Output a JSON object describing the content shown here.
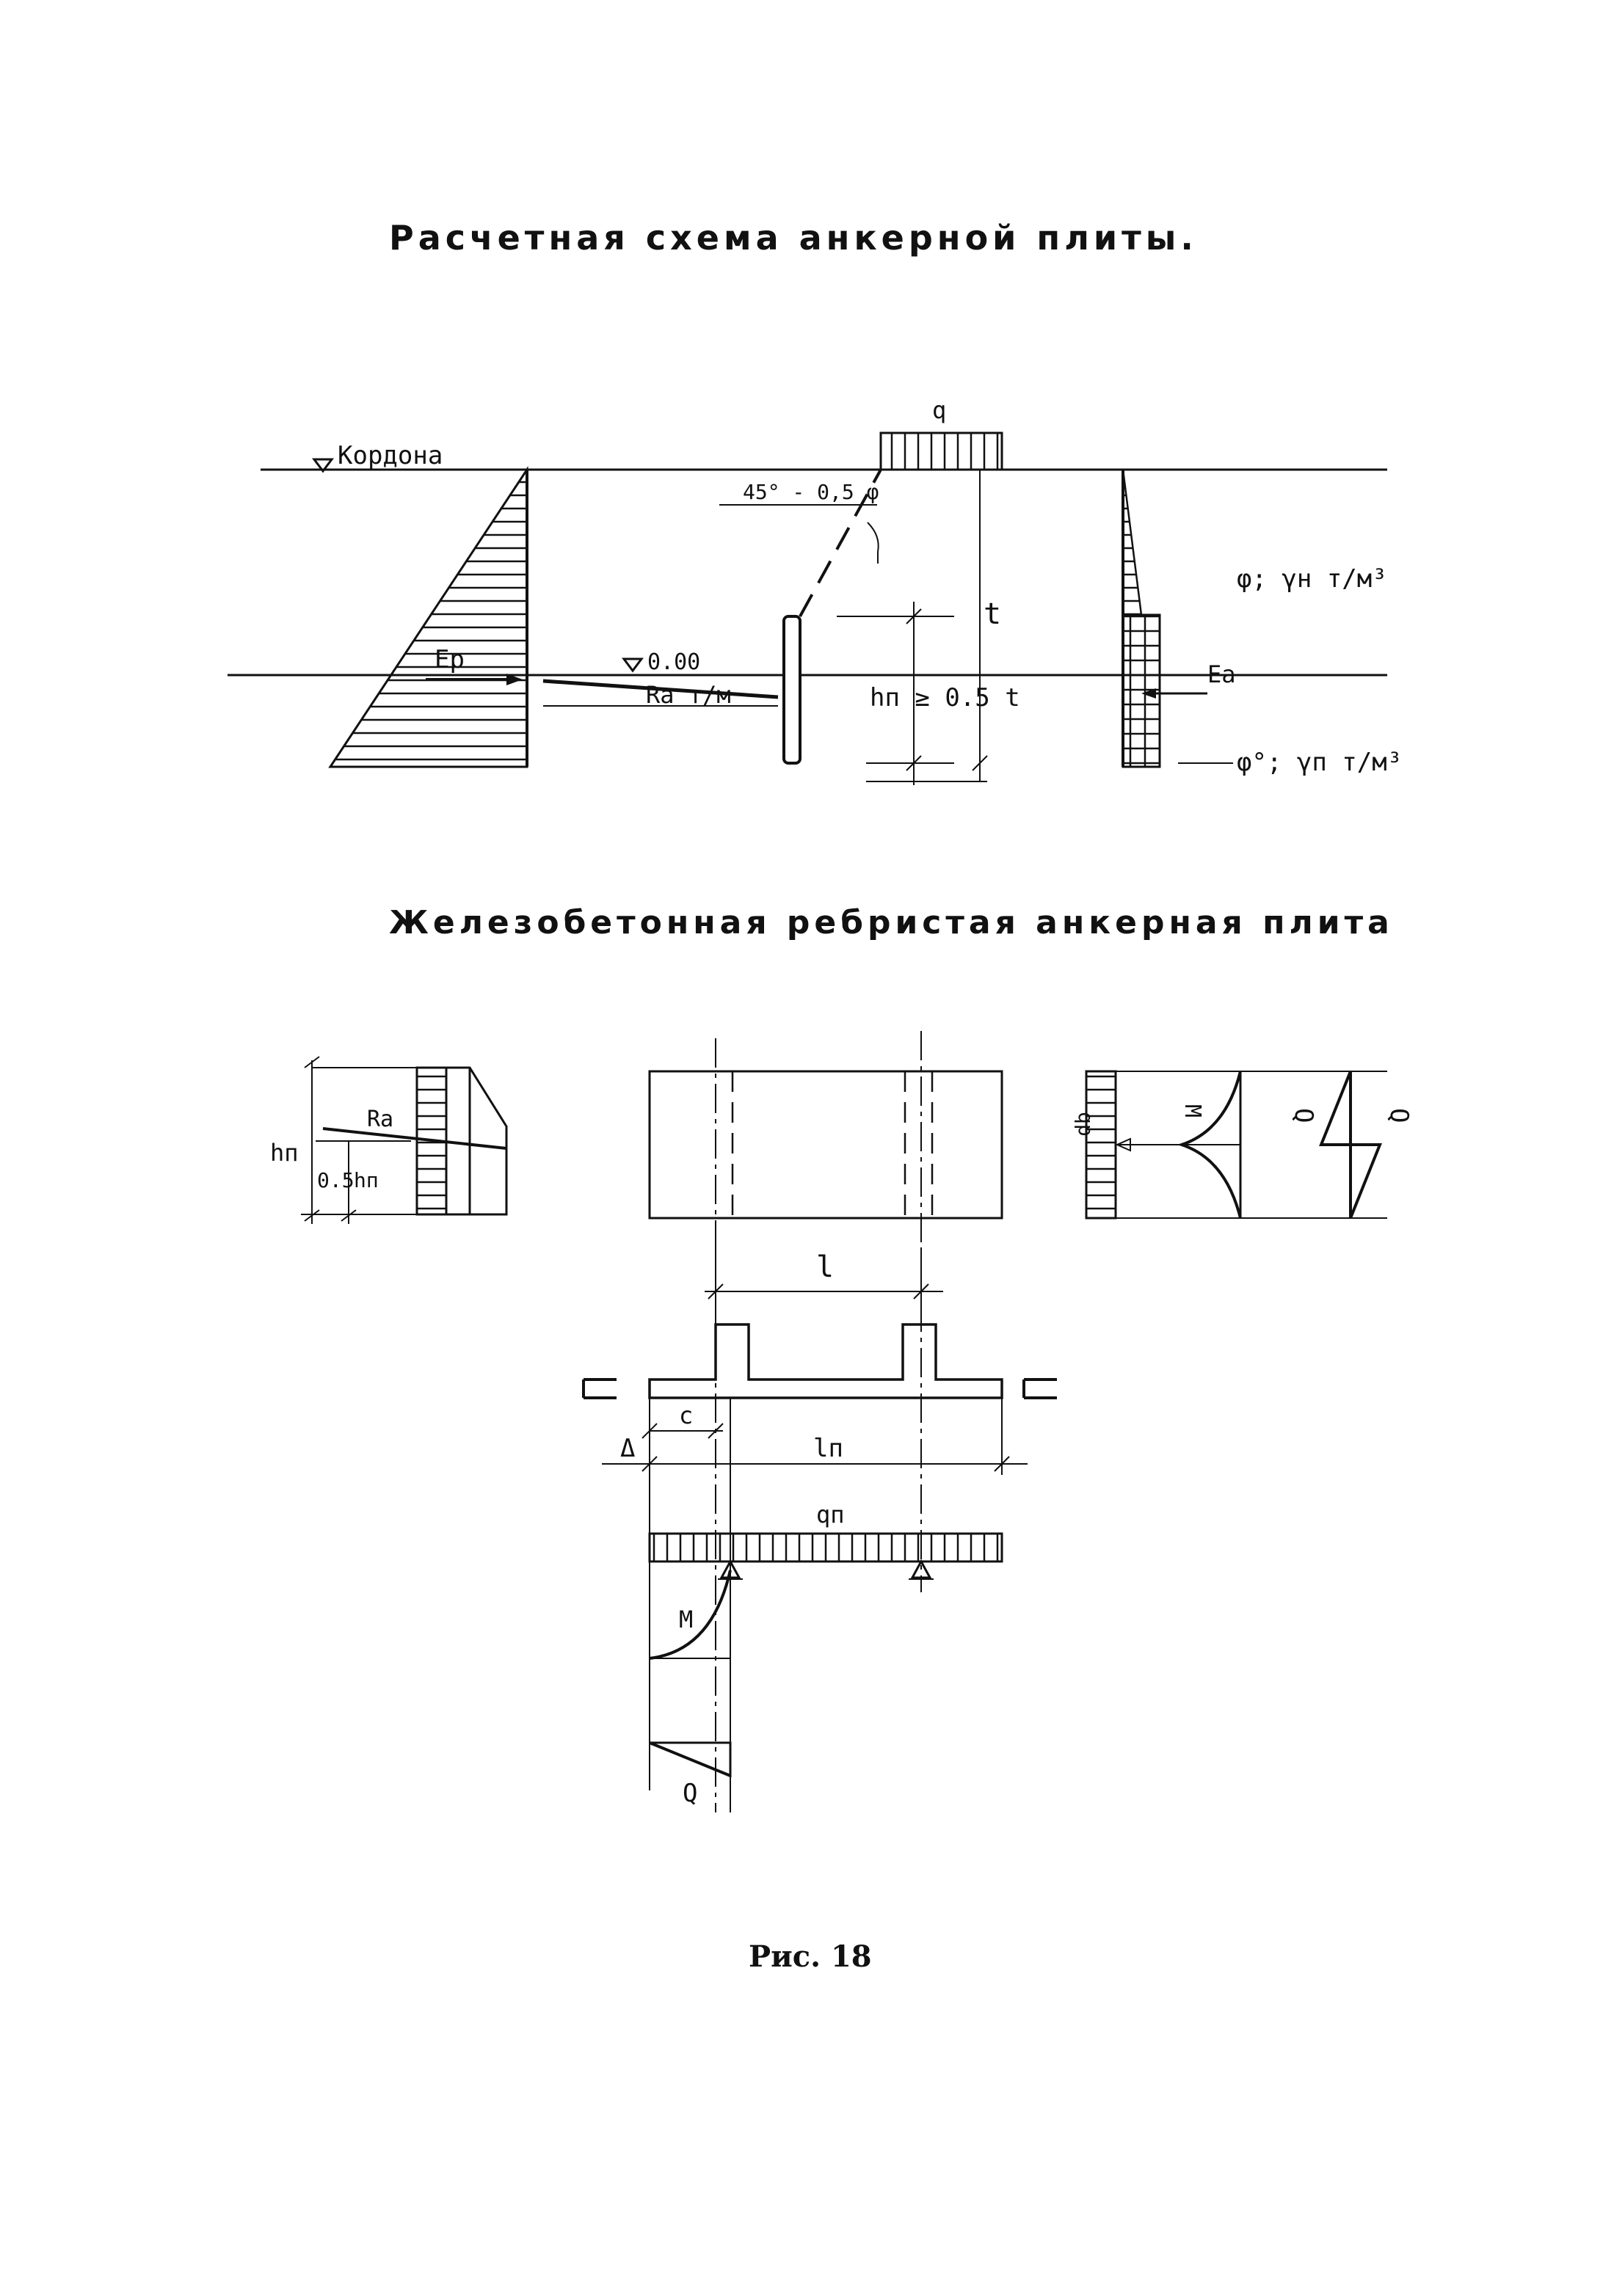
{
  "titles": {
    "scheme": "Расчетная схема анкерной плиты.",
    "plate": "Железобетонная ребристая анкерная плита",
    "caption": "Рис. 18"
  },
  "scheme_labels": {
    "q": "q",
    "kordona": "Кордона",
    "angle": "45° - 0,5 φ",
    "t": "t",
    "phi_top": "φ; γн т/м³",
    "ep": "Ep",
    "level": "0.00",
    "ra": "Ra т/м",
    "hn_eq": "hп ≥ 0.5 t",
    "ea": "Ea",
    "phi_bot": "φ°; γп т/м³"
  },
  "plate_labels": {
    "ra": "Ra",
    "hn": "hп",
    "half": "0.5",
    "hn2": "hп",
    "qp": "qp",
    "m": "M",
    "q_small": "Q",
    "q_big": "Q",
    "l": "l",
    "c": "c",
    "delta": "Δ",
    "ln": "lп",
    "qn": "qп",
    "m2": "M",
    "q2": "Q"
  },
  "colors": {
    "ink": "#111111",
    "paper": "#ffffff"
  }
}
